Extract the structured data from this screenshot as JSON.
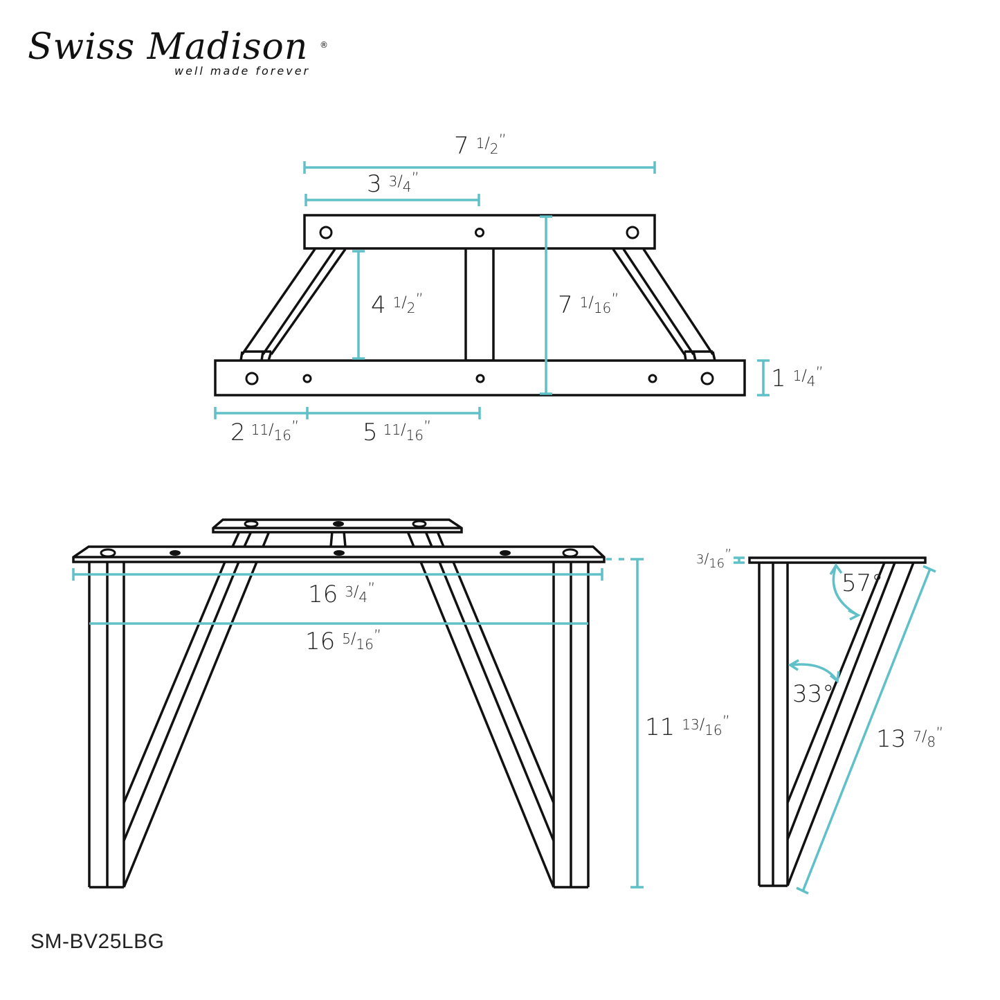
{
  "brand": {
    "name": "Swiss Madison",
    "registered": "®",
    "tagline": "well made forever"
  },
  "model_number": "SM-BV25LBG",
  "colors": {
    "dimension_line": "#5fc0c8",
    "outline": "#111111",
    "background": "#ffffff"
  },
  "views": {
    "top_view": {
      "dimensions": {
        "overall_top_width": {
          "whole": "7",
          "frac_num": "1",
          "frac_den": "2",
          "unit": "”"
        },
        "half_top_width": {
          "whole": "3",
          "frac_num": "3",
          "frac_den": "4",
          "unit": "”"
        },
        "inner_height": {
          "whole": "4",
          "frac_num": "1",
          "frac_den": "2",
          "unit": "”"
        },
        "overall_depth": {
          "whole": "7",
          "frac_num": "1",
          "frac_den": "16",
          "unit": "”"
        },
        "base_thickness": {
          "whole": "1",
          "frac_num": "1",
          "frac_den": "4",
          "unit": "”"
        },
        "edge_to_hole": {
          "whole": "2",
          "frac_num": "11",
          "frac_den": "16",
          "unit": "”"
        },
        "hole_to_center": {
          "whole": "5",
          "frac_num": "11",
          "frac_den": "16",
          "unit": "”"
        }
      }
    },
    "front_view": {
      "dimensions": {
        "overall_width": {
          "whole": "16",
          "frac_num": "3",
          "frac_den": "4",
          "unit": "”"
        },
        "leg_span": {
          "whole": "16",
          "frac_num": "5",
          "frac_den": "16",
          "unit": "”"
        },
        "overall_height": {
          "whole": "11",
          "frac_num": "13",
          "frac_den": "16",
          "unit": "”"
        }
      }
    },
    "side_view": {
      "dimensions": {
        "plate_thickness": {
          "whole": "",
          "frac_num": "3",
          "frac_den": "16",
          "unit": "”"
        },
        "brace_length": {
          "whole": "13",
          "frac_num": "7",
          "frac_den": "8",
          "unit": "”"
        }
      },
      "angles": {
        "top_angle": "57°",
        "bottom_angle": "33°"
      }
    }
  }
}
